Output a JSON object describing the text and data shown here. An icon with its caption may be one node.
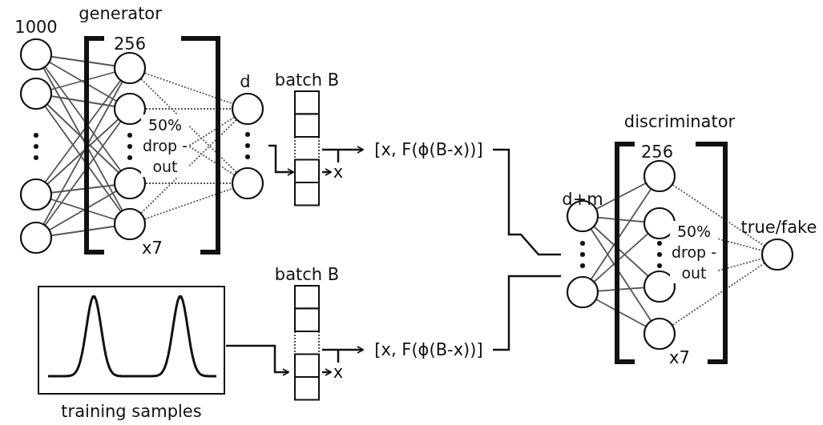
{
  "diagram": {
    "nodes": [
      {
        "text": [
          "generator",
          "1000",
          "256",
          "50% drop -out",
          "x7",
          "d"
        ]
      },
      {
        "text": [
          "batch B"
        ]
      },
      {
        "text": [
          "x"
        ]
      },
      {
        "text": [
          "[x, F(ϕ(B-x))]"
        ]
      },
      {
        "text": [
          "training samples"
        ]
      },
      {
        "text": [
          "batch B"
        ]
      },
      {
        "text": [
          "x"
        ]
      },
      {
        "text": [
          "[x, F(ϕ(B-x))]"
        ]
      },
      {
        "text": [
          "discriminator",
          "d+m",
          "256",
          "50% drop -out",
          "x7",
          "true/fake"
        ]
      }
    ],
    "edges": [
      {
        "from": 0,
        "to": 1,
        "arrow": "to"
      },
      {
        "from": 1,
        "to": 2,
        "arrow": "to"
      },
      {
        "from": 1,
        "to": 3,
        "arrow": "to"
      },
      {
        "from": 3,
        "to": 8,
        "arrow": "none"
      },
      {
        "from": 4,
        "to": 5,
        "arrow": "to"
      },
      {
        "from": 5,
        "to": 6,
        "arrow": "to"
      },
      {
        "from": 5,
        "to": 7,
        "arrow": "to"
      },
      {
        "from": 7,
        "to": 8,
        "arrow": "none"
      },
      {
        "from": 1,
        "to": 2,
        "arrow": "none"
      },
      {
        "from": 5,
        "to": 6,
        "arrow": "none"
      }
    ]
  }
}
